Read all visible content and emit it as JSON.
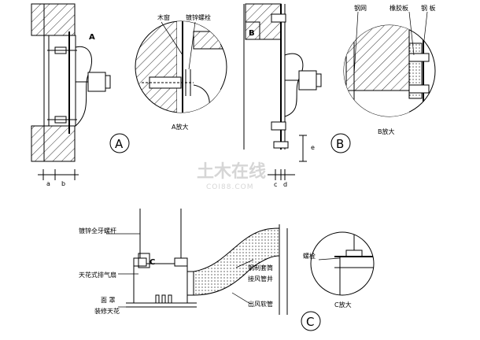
{
  "labels": {
    "a": "a",
    "b": "b",
    "c": "c",
    "d": "d",
    "e": "e",
    "tag_A": "A",
    "tag_B": "B",
    "tag_C": "C",
    "circle_A": "A",
    "circle_B": "B",
    "circle_C": "C",
    "mu_chuang": "木窗",
    "du_xin_luo_shuan": "镀锌螺栓",
    "a_fang_da": "A放大",
    "gang_wang": "钢网",
    "xiang_jiao_ban": "橡胶板",
    "gang_ban": "钢 板",
    "b_fang_da": "B放大",
    "du_xin_quan_ya_luo_gan": "镀锌全牙螺杆",
    "tian_hua_shi_pai_qi_shan": "天花式排气扇",
    "mian_zhao": "面 罩",
    "zhuang_xiu_tian_hua": "装修天花",
    "gang_zhi_tao_tong": "钢制套筒",
    "jie_feng_guan_jing": "接风管井",
    "chu_feng_ruan_guan": "出风软管",
    "luo_shuan": "螺栓",
    "c_fang_da": "C放大"
  },
  "watermark": {
    "main": "土木在线",
    "sub": "COI88.COM"
  },
  "colors": {
    "line": "#000000",
    "watermark": "#d6d6d6"
  }
}
